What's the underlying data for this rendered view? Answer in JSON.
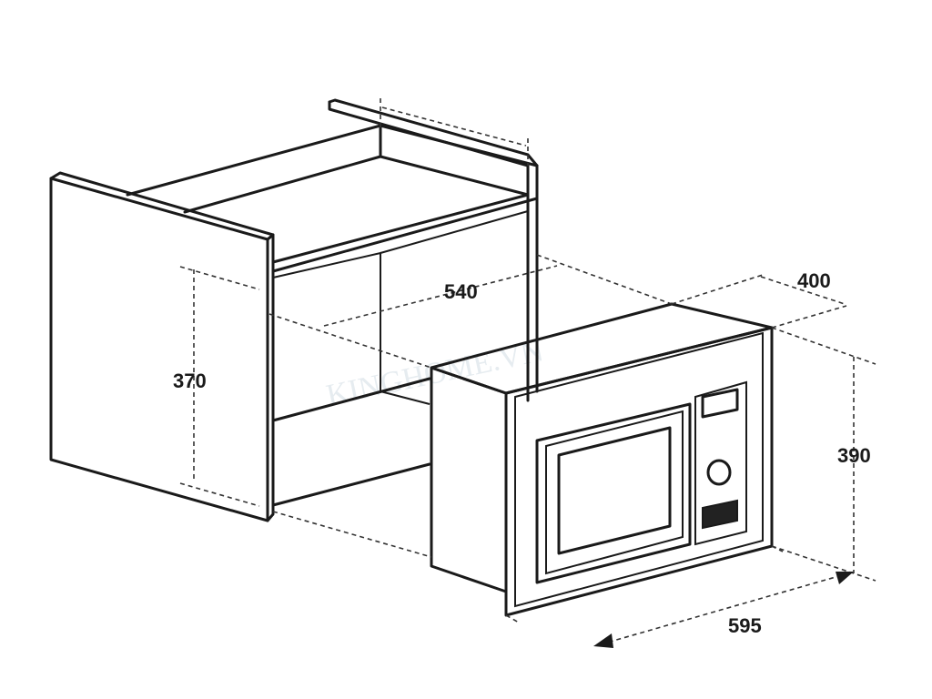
{
  "watermark": "KINGHOME.VN",
  "dimensions": {
    "cabinet_inner_width": "540",
    "cabinet_inner_height": "370",
    "appliance_depth": "400",
    "appliance_height": "390",
    "appliance_width": "595"
  }
}
